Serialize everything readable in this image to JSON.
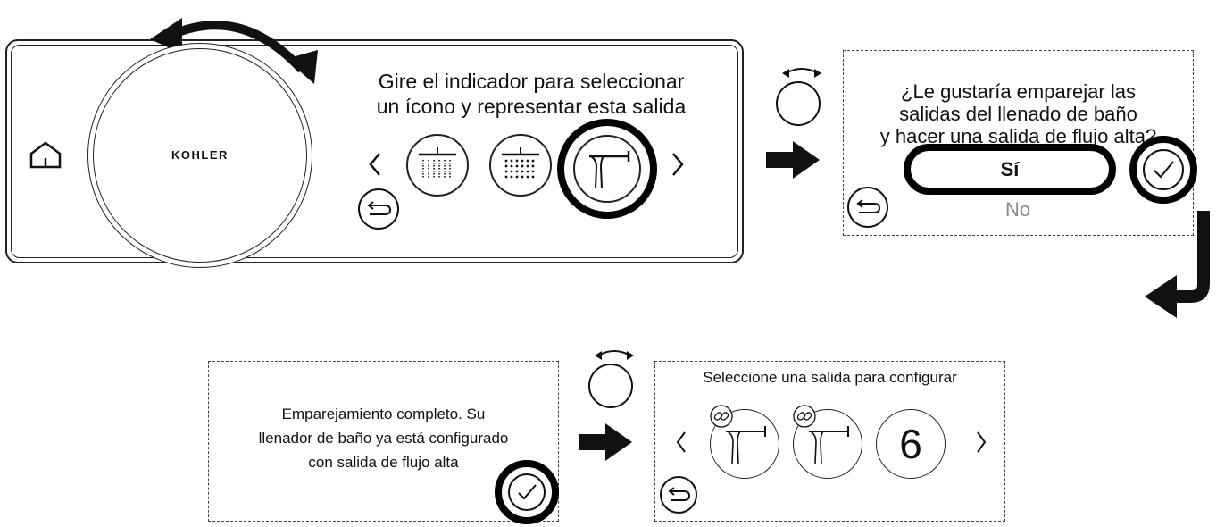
{
  "panel1": {
    "brand": "KOHLER",
    "instruction_line1": "Gire el indicador para seleccionar",
    "instruction_line2": "un ícono y representar esta salida",
    "icons": [
      "home-icon",
      "rain-shower-icon",
      "rain-shower-dots-icon",
      "tub-filler-icon",
      "back-icon",
      "chevron-left-icon",
      "chevron-right-icon"
    ]
  },
  "panel2": {
    "question_line1": "¿Le gustaría emparejar las",
    "question_line2": "salidas del llenado de baño",
    "question_line3": "y hacer una salida de flujo alta?",
    "yes_label": "Sí",
    "no_label": "No",
    "icons": [
      "check-icon",
      "back-icon"
    ]
  },
  "panel3": {
    "message_line1": "Emparejamiento completo. Su",
    "message_line2": "llenador de baño ya está configurado",
    "message_line3": "con salida de flujo alta",
    "icons": [
      "check-icon"
    ]
  },
  "panel4": {
    "title": "Seleccione una salida para configurar",
    "outlet_number": "6",
    "icons": [
      "tub-filler-icon",
      "link-icon",
      "back-icon",
      "chevron-left-icon",
      "chevron-right-icon"
    ]
  },
  "colors": {
    "ink": "#111111",
    "highlight": "#000000",
    "background": "#ffffff"
  }
}
